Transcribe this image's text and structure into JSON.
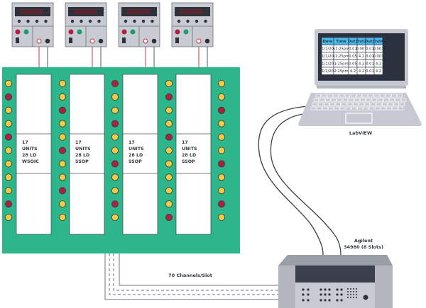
{
  "colors": {
    "board": "#2db58c",
    "board_border": "#24a07a",
    "dot_yellow": "#f6c945",
    "dot_red": "#b11e40",
    "dot_stroke": "#3a3a3a",
    "instrument_gray": "#c8cbd2",
    "instrument_dark": "#3a3f4b",
    "wire_red": "#c8334b",
    "wire_gray": "#555a60",
    "table_header": "#4db8e8",
    "screen_bg": "#2c3140",
    "laptop": "#c6c9d1"
  },
  "power_supplies": [
    {
      "id": "psu-1",
      "display": "",
      "button_left": "red",
      "button_right": "green"
    },
    {
      "id": "psu-2",
      "display": "",
      "button_left": "red",
      "button_right": "green"
    },
    {
      "id": "psu-3",
      "display": "",
      "button_left": "red",
      "button_right": "green"
    },
    {
      "id": "psu-4",
      "display": "",
      "button_left": "red",
      "button_right": "green"
    }
  ],
  "board": {
    "slots": [
      {
        "label": [
          "17",
          "UNITS",
          "28 LD",
          "WSOIC"
        ]
      },
      {
        "label": [
          "17",
          "UNITS",
          "28 LD",
          "SSOP"
        ]
      },
      {
        "label": [
          "17",
          "UNITS",
          "28 LD",
          "SSOP"
        ]
      },
      {
        "label": [
          "17",
          "UNITS",
          "28 LD",
          "SSOP"
        ]
      }
    ],
    "led_columns": [
      [
        "Y",
        "R",
        "Y",
        "Y",
        "R",
        "Y",
        "Y",
        "Y",
        "Y",
        "R",
        "Y"
      ],
      [
        "Y",
        "Y",
        "R",
        "Y",
        "Y",
        "R",
        "Y",
        "Y",
        "R",
        "Y",
        "Y"
      ],
      [
        "R",
        "Y",
        "Y",
        "R",
        "Y",
        "Y",
        "R",
        "Y",
        "Y",
        "R",
        "Y"
      ],
      [
        "Y",
        "R",
        "Y",
        "Y",
        "R",
        "Y",
        "Y",
        "Y",
        "Y",
        "Y",
        "R"
      ],
      [
        "Y",
        "Y",
        "R",
        "Y",
        "Y",
        "Y",
        "R",
        "Y",
        "Y",
        "R",
        "Y"
      ]
    ]
  },
  "laptop": {
    "label": "LabVIEW",
    "table": {
      "headers": [
        "Date",
        "Time",
        "Out1",
        "Out2",
        "Out3",
        "Out4"
      ],
      "rows": [
        [
          "1/1/20",
          "11:25pm",
          "0.01",
          "0.001",
          "0.01",
          "0.001"
        ],
        [
          "1/1/20",
          "12:25pm",
          "0.05",
          "4.2",
          "0.01",
          "0.001"
        ],
        [
          "1/1/20",
          "1:25pm",
          "0.05",
          "4.2",
          "0.01",
          "4.2"
        ],
        [
          "1/1/20",
          "2:25pm",
          "4.2",
          "4.2",
          "0.01",
          "4.2"
        ]
      ]
    }
  },
  "instrument": {
    "label_line1": "Agilent",
    "label_line2": "34980 (8 Slots)"
  },
  "cable_label": "70 Channels/Slot"
}
